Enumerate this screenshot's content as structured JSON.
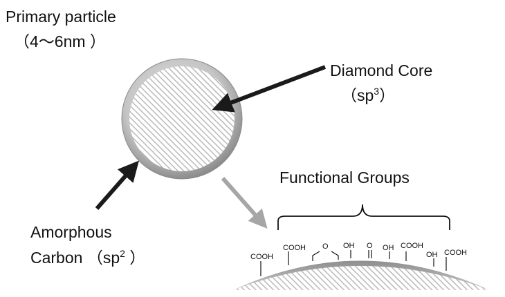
{
  "labels": {
    "primary_title": "Primary particle",
    "primary_size": "（4～6nm ）",
    "core_title": "Diamond Core",
    "core_hybrid_open": "（sp",
    "core_hybrid_sup": "3",
    "core_hybrid_close": "）",
    "amorphous_line1": "Amorphous",
    "amorphous_line2_prefix": "Carbon （sp",
    "amorphous_sup": "2",
    "amorphous_close": " ）",
    "functional_title": "Functional Groups"
  },
  "functional_groups": [
    "COOH",
    "COOH",
    "O",
    "OH",
    "O",
    "OH",
    "COOH",
    "OH",
    "COOH"
  ],
  "colors": {
    "arrow_dark": "#1a1a1a",
    "arrow_gray": "#a6a6a6",
    "ring": "#a8a8a8",
    "hatch": "#bdbdbd"
  }
}
